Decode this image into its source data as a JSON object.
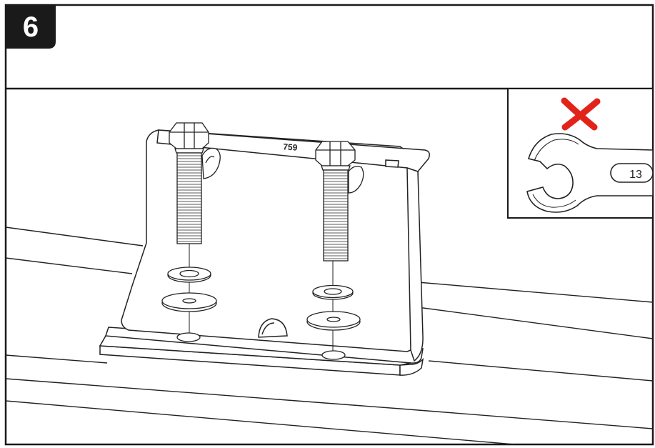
{
  "step": {
    "number": "6"
  },
  "bracket": {
    "part_code": "759"
  },
  "inset": {
    "wrench_size": "13",
    "prohibited_icon": "x-mark-icon",
    "tool_icon": "wrench-icon",
    "mark_color": "#e2231a"
  },
  "colors": {
    "frame": "#1a1a1a",
    "badge": "#1a1a1a",
    "line": "#222222"
  }
}
